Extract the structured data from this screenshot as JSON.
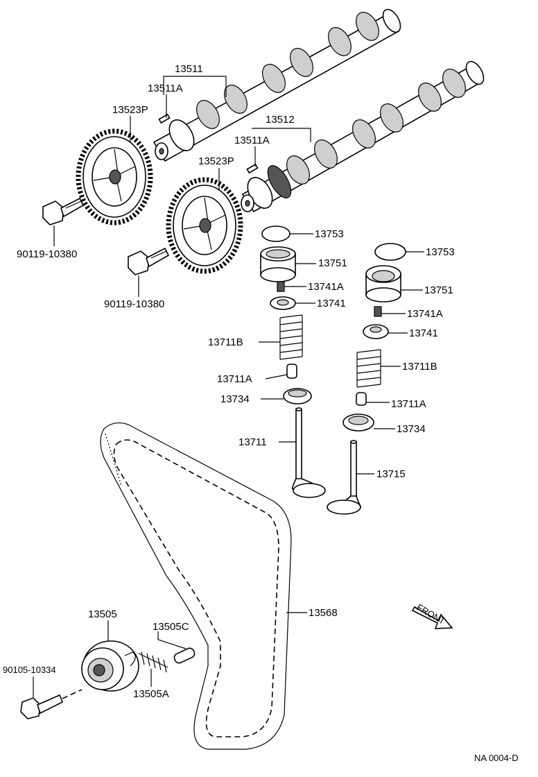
{
  "labels": {
    "camshaft_assy": "13511",
    "camshaft_pin_1": "13511A",
    "camshaft_2": "13512",
    "camshaft_pin_2": "13511A",
    "pulley_1": "13523P",
    "pulley_2": "13523P",
    "bolt_1": "90119-10380",
    "bolt_2": "90119-10380",
    "shim_1": "13753",
    "shim_2": "13753",
    "lifter_1": "13751",
    "lifter_2": "13751",
    "keeper_1": "13741A",
    "keeper_2": "13741A",
    "retainer_1": "13741",
    "retainer_2": "13741",
    "spring_1": "13711B",
    "spring_2": "13711B",
    "seal_1": "13711A",
    "seal_2": "13711A",
    "seat_1": "13734",
    "seat_2": "13734",
    "intake_valve": "13711",
    "exhaust_valve": "13715",
    "timing_belt": "13568",
    "idler_pulley": "13505",
    "idler_pin": "13505C",
    "tension_spring": "13505A",
    "idler_bolt": "90105-10334",
    "front_arrow": "FRONT",
    "diagram_code": "NA 0004-D"
  }
}
